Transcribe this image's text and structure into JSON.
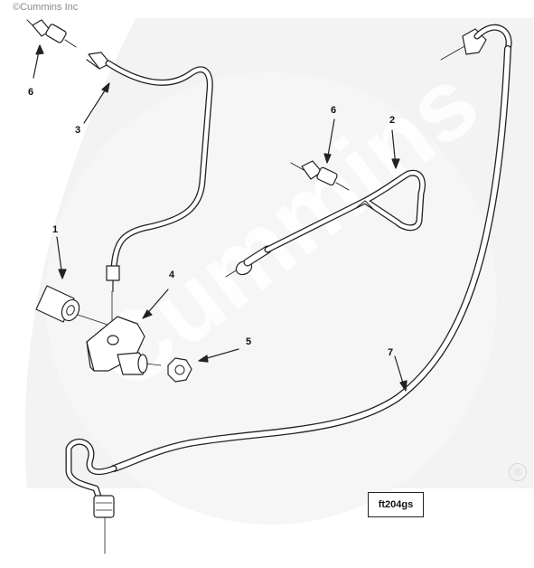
{
  "header": {
    "copyright": "©Cummins Inc"
  },
  "watermark": {
    "text": "Cummins",
    "color": "#eeeeee"
  },
  "callouts": [
    "6",
    "3",
    "1",
    "4",
    "5",
    "6",
    "2",
    "7"
  ],
  "figure_id": "ft204gs",
  "registered_mark": "®",
  "colors": {
    "line": "#222222",
    "tube_fill": "#ffffff",
    "watermark": "#eeeeee"
  }
}
